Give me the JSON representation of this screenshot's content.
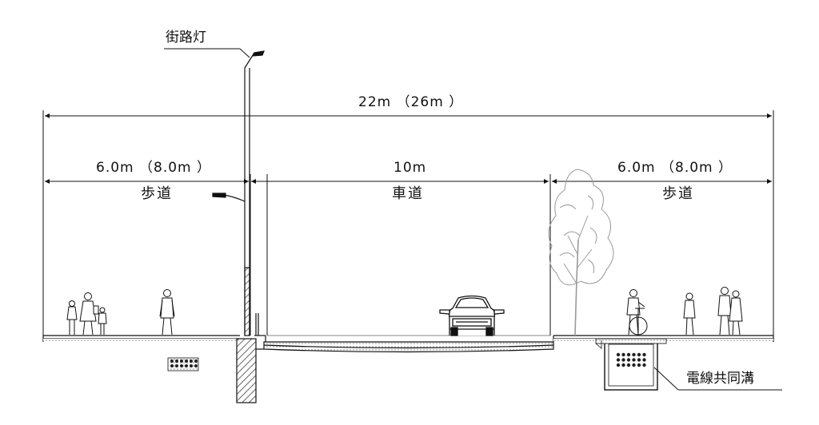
{
  "labels": {
    "street_light": "街路灯",
    "total_width": "22m （26m ）",
    "left_sidewalk_width": "6.0m （8.0m ）",
    "roadway_width": "10m",
    "right_sidewalk_width": "6.0m （8.0m ）",
    "left_sidewalk": "歩道",
    "roadway": "車道",
    "right_sidewalk": "歩道",
    "utility_trench": "電線共同溝"
  },
  "colors": {
    "line": "#111111",
    "tree": "#9a9a9a",
    "hatch": "#444444"
  }
}
